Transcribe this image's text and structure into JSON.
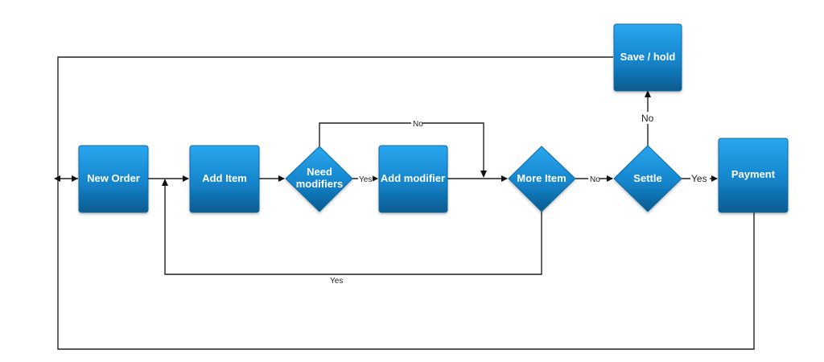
{
  "colors": {
    "node_top": "#29a3ec",
    "node_bottom": "#0b5f96",
    "node_border": "#0c6aa4",
    "line": "#222222",
    "label_bg": "#ffffff"
  },
  "nodes": {
    "new_order": "New Order",
    "add_item": "Add Item",
    "need_modifiers_line1": "Need",
    "need_modifiers_line2": "modifiers",
    "add_modifier": "Add modifier",
    "more_item": "More Item",
    "settle": "Settle",
    "payment": "Payment",
    "save_hold": "Save / hold"
  },
  "edges": {
    "need_mod_yes": "Yes",
    "need_mod_no": "No",
    "more_item_no": "No",
    "more_item_yes": "Yes",
    "settle_yes": "Yes",
    "settle_no": "No"
  }
}
